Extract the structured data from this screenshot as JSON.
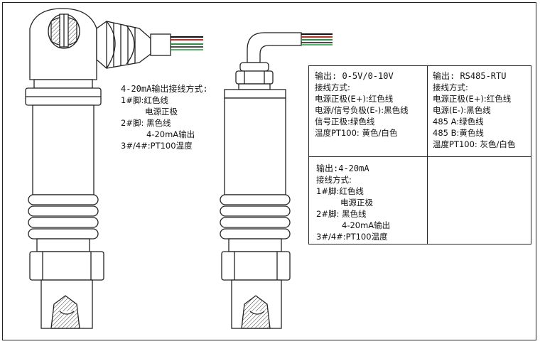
{
  "left_notes": {
    "title": "4-20mA输出接线方式:",
    "pin1": "1#脚:红色线",
    "pin1_desc": "电源正极",
    "pin2": "2#脚: 黑色线",
    "pin2_desc": "4-20mA输出",
    "pin34": "3#/4#:PT100温度"
  },
  "table": {
    "voltage": {
      "title": "输出: 0-5V/0-10V",
      "subtitle": "接线方式:",
      "lines": [
        "电源正极(E+):红色线",
        "电源/信号负极(E-):黑色线",
        "信号正极:绿色线",
        "温度PT100: 黄色/白色"
      ]
    },
    "rs485": {
      "title": "输出: RS485-RTU",
      "subtitle": "接线方式:",
      "lines": [
        "电源正极(E+):红色线",
        "电源(E-):黑色线",
        "485 A:绿色线",
        "485 B:黄色线",
        "温度PT100: 灰色/白色"
      ]
    },
    "current": {
      "title": "输出:4-20mA",
      "subtitle": "接线方式:",
      "pin1": "1#脚:红色线",
      "pin1_desc": "电源正极",
      "pin2": "2#脚: 黑色线",
      "pin2_desc": "4-20mA输出",
      "pin34": "3#/4#:PT100温度"
    }
  },
  "colors": {
    "wire_red": "#d8231f",
    "wire_green": "#1e9a3c",
    "wire_black": "#111111",
    "line": "#222222"
  }
}
